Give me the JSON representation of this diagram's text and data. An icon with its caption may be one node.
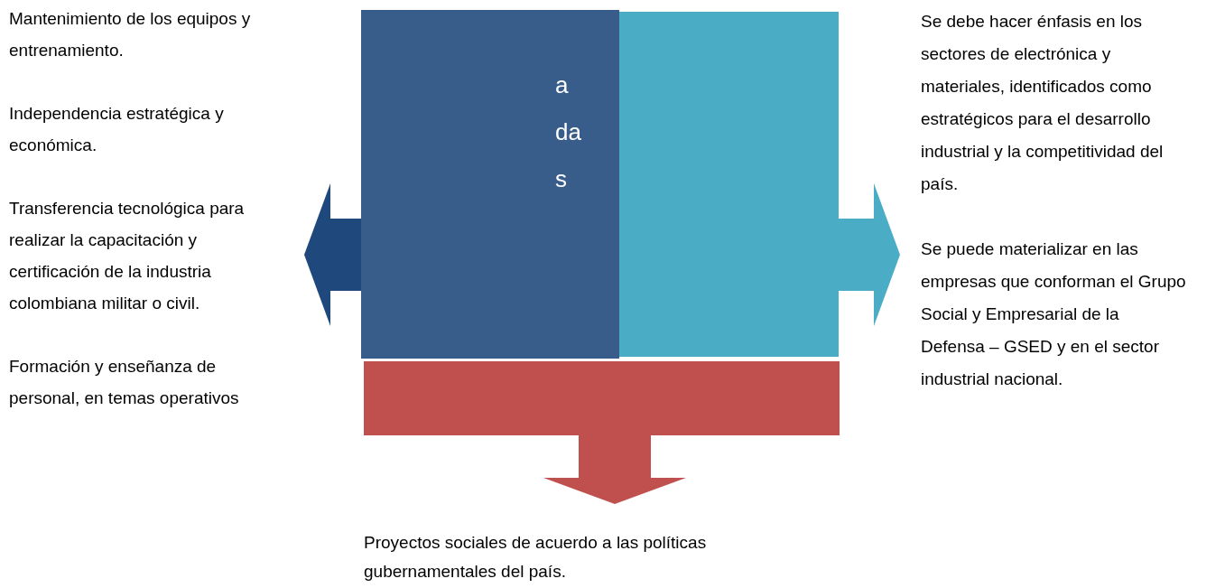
{
  "diagram": {
    "nodes": [
      {
        "text": [
          "Mantenimiento de los equipos y entrenamiento.",
          "Independencia  estratégica  y económica.",
          "Transferencia tecnológica para realizar la capacitación y certificación de la industria colombiana militar o civil.",
          "Formación y enseñanza de personal, en temas operativos"
        ]
      },
      {
        "text": [
          "a da s"
        ]
      },
      {
        "text": [],
        "shape": "box"
      },
      {
        "text": [],
        "shape": "box"
      },
      {
        "text": [
          "Se debe hacer énfasis en los sectores de electrónica y materiales, identificados como estratégicos para el desarrollo industrial y la competitividad del país.",
          "Se puede materializar en las empresas que conforman el Grupo Social y Empresarial de la Defensa – GSED y en el sector industrial nacional."
        ]
      },
      {
        "text": [
          "Proyectos sociales de acuerdo a las políticas gubernamentales del país."
        ]
      }
    ],
    "edges": [
      {
        "from": 1,
        "to": 0,
        "arrow": "to",
        "color": "#1f497d"
      },
      {
        "from": 2,
        "to": 4,
        "arrow": "to",
        "color": "#4bacc6"
      },
      {
        "from": 3,
        "to": 5,
        "arrow": "to",
        "color": "#c0504d"
      }
    ]
  }
}
